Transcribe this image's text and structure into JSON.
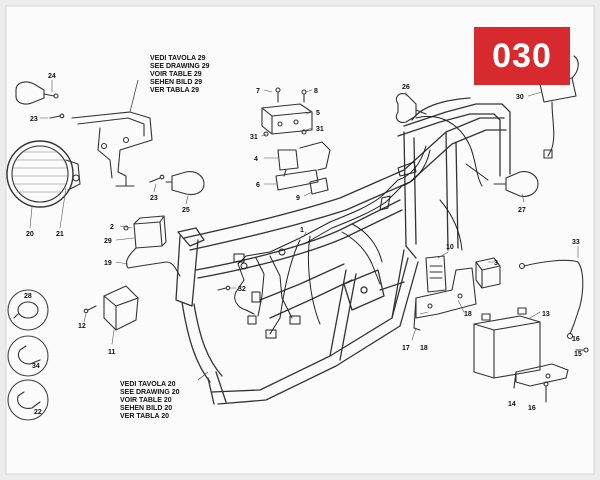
{
  "section_number": "030",
  "references": {
    "drawing_29": [
      "VEDI TAVOLA 29",
      "SEE DRAWING 29",
      "VOIR TABLE 29",
      "SEHEN BILD 29",
      "VER TABLA 29"
    ],
    "drawing_20": [
      "VEDI TAVOLA 20",
      "SEE DRAWING 20",
      "VOIR TABLE 20",
      "SEHEN BILD 20",
      "VER TABLA 20"
    ]
  },
  "callouts": {
    "c1": "1",
    "c2": "2",
    "c3": "3",
    "c4": "4",
    "c5": "5",
    "c6": "6",
    "c7": "7",
    "c8": "8",
    "c9": "9",
    "c10": "10",
    "c11": "11",
    "c12": "12",
    "c13": "13",
    "c14": "14",
    "c15": "15",
    "c16a": "16",
    "c16b": "16",
    "c17": "17",
    "c18a": "18",
    "c18b": "18",
    "c19": "19",
    "c20": "20",
    "c21": "21",
    "c22": "22",
    "c23a": "23",
    "c23b": "23",
    "c24": "24",
    "c25": "25",
    "c26": "26",
    "c27": "27",
    "c28": "28",
    "c29": "29",
    "c30": "30",
    "c31a": "31",
    "c31b": "31",
    "c32": "32",
    "c33": "33",
    "c34": "34"
  },
  "colors": {
    "badge": "#d72a2e",
    "line": "#333333",
    "frame": "#f6f6f6"
  }
}
